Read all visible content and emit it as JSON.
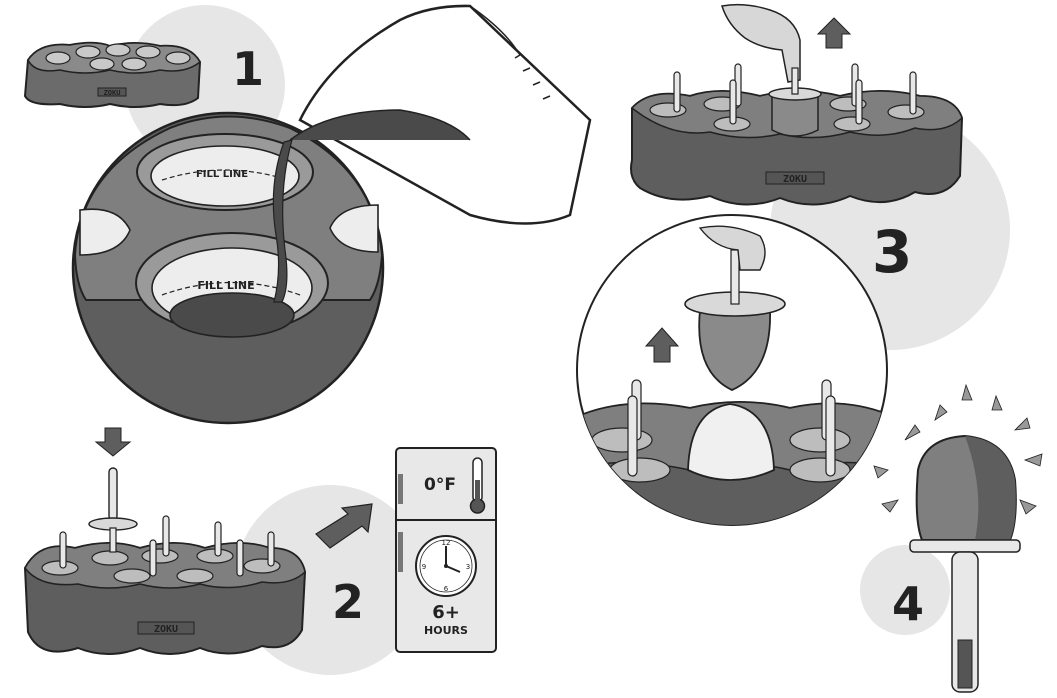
{
  "steps": [
    {
      "number": "1"
    },
    {
      "number": "2"
    },
    {
      "number": "3"
    },
    {
      "number": "4"
    }
  ],
  "mold": {
    "brand_text": "ZOKU"
  },
  "fill_line": {
    "label": "FILL LINE"
  },
  "freezer": {
    "temperature": "0°F",
    "duration": "6+",
    "duration_unit": "HOURS"
  },
  "clock": {
    "numbers": [
      "12",
      "3",
      "6",
      "9"
    ]
  },
  "colors": {
    "mold_dark": "#5b5b5b",
    "mold_mid": "#7a7a7a",
    "mold_light": "#9d9d9d",
    "bg_circle": "#e6e6e6",
    "outline": "#222222",
    "stick": "#e8e8e8",
    "liquid": "#4a4a4a"
  },
  "icons": [
    "arrow-down-icon",
    "arrow-right-icon",
    "arrow-up-icon",
    "thermometer-icon",
    "clock-icon",
    "hand-icon",
    "burst-rays-icon"
  ]
}
